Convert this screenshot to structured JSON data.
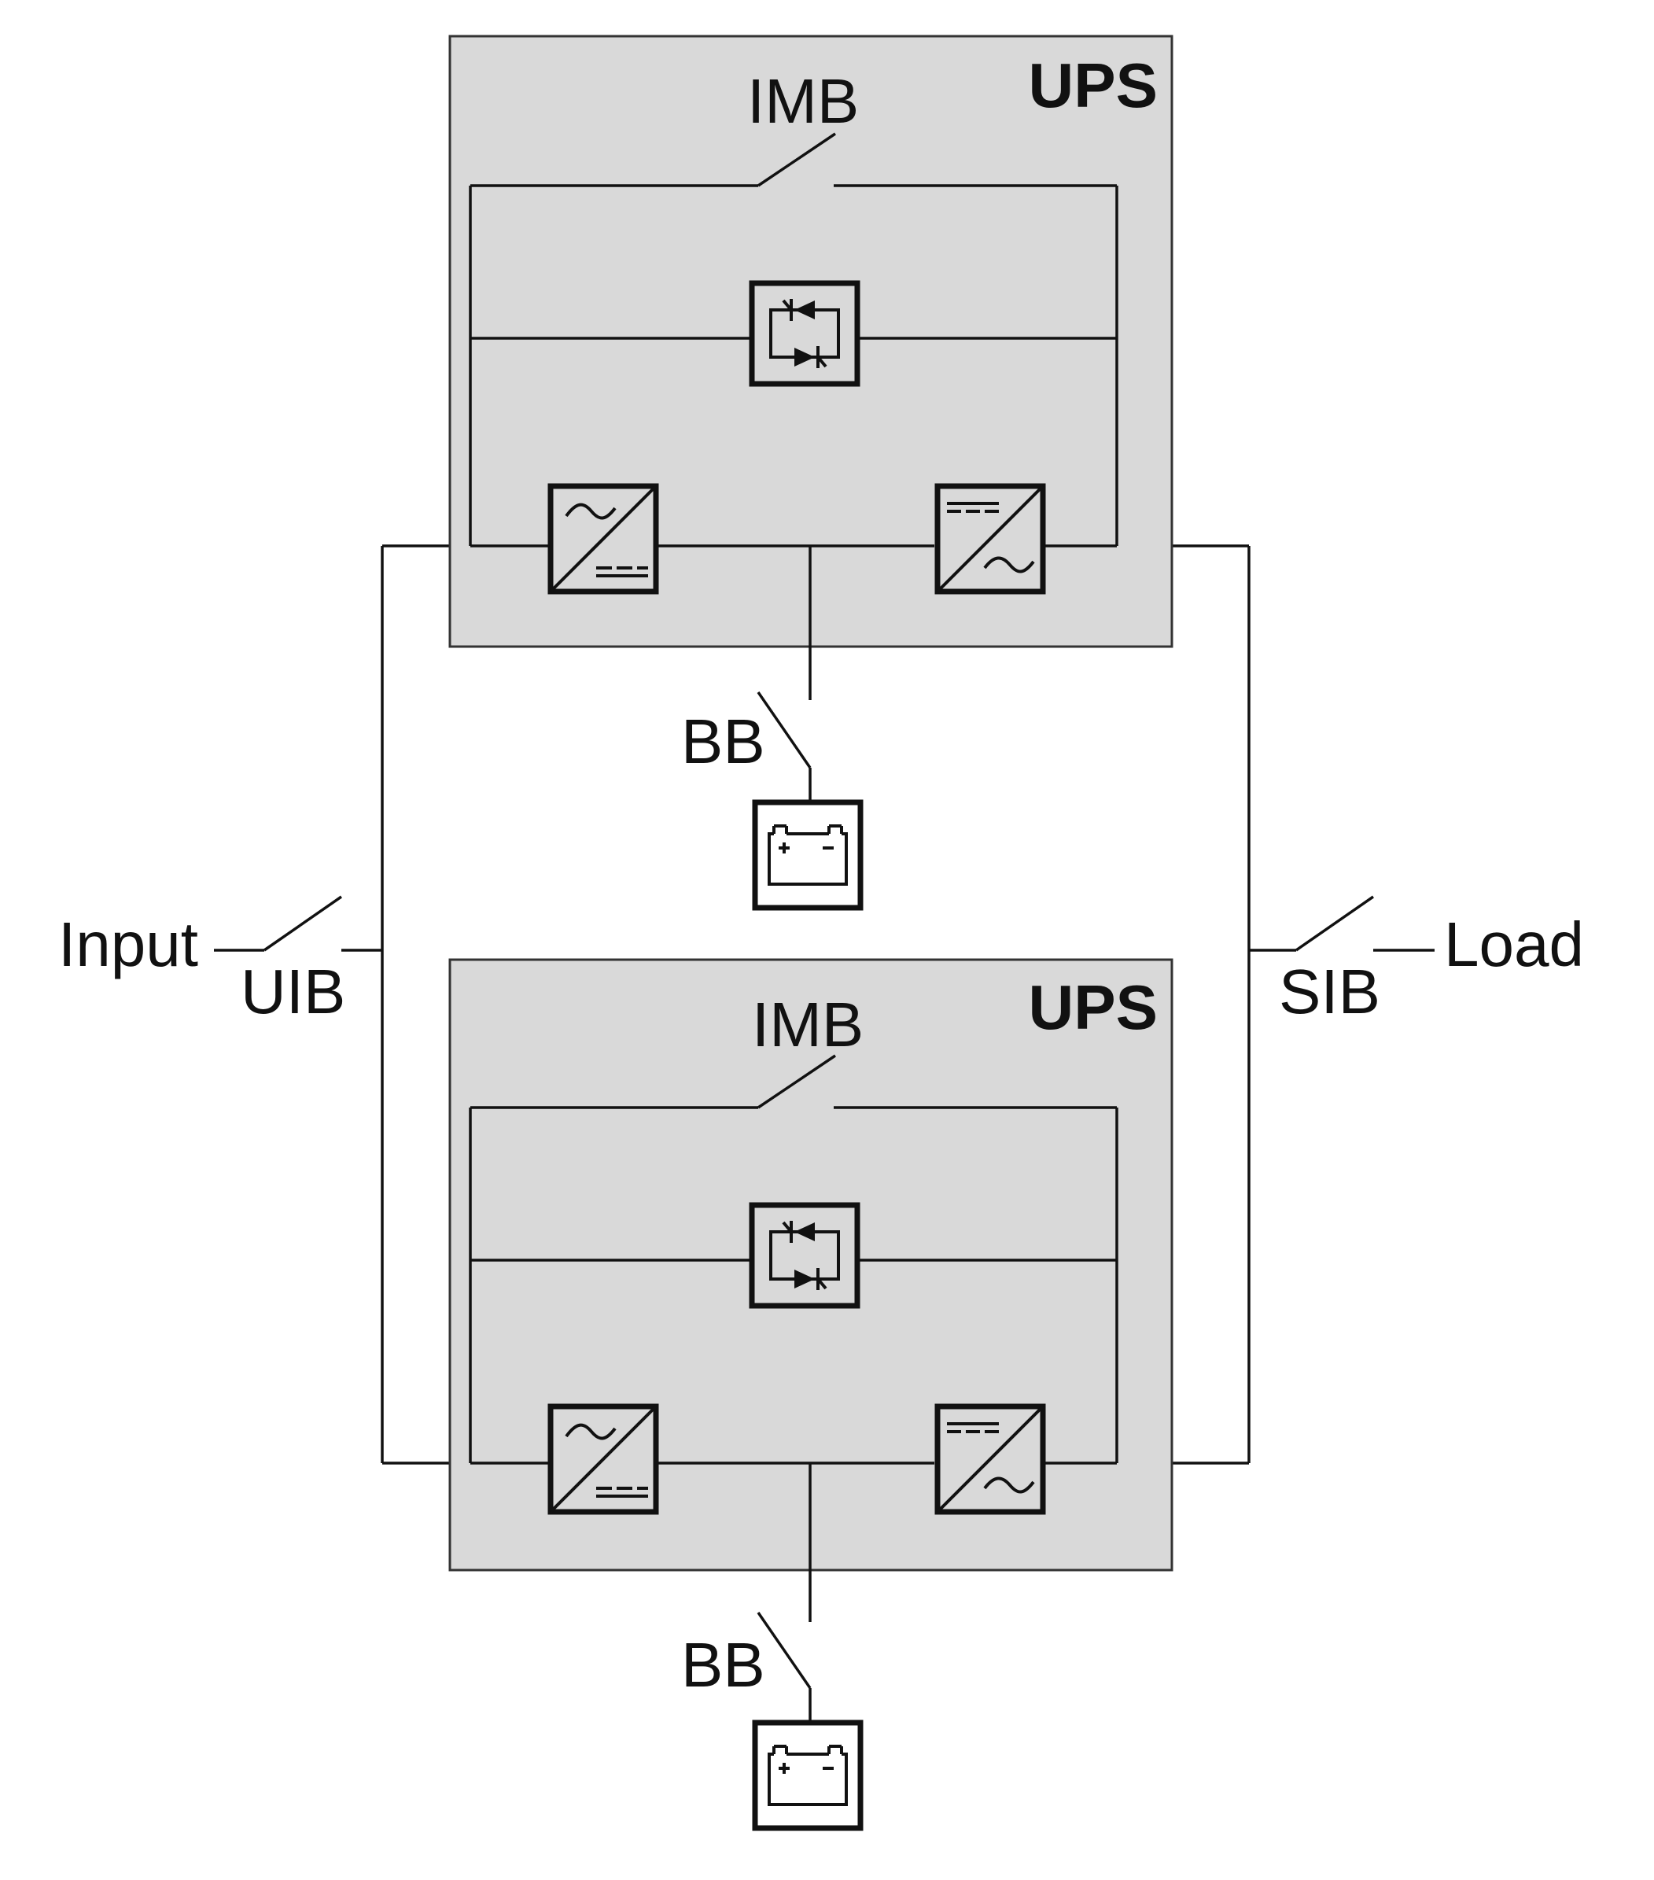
{
  "colors": {
    "ups_fill": "#d9d9d9",
    "line": "#111111",
    "background": "#ffffff"
  },
  "labels": {
    "input": "Input",
    "load": "Load",
    "uib": "UIB",
    "sib": "SIB"
  },
  "ups_units": [
    {
      "title": "UPS",
      "maintenance_bypass": "IMB",
      "battery_breaker": "BB",
      "components": [
        "rectifier-icon",
        "inverter-icon",
        "static-switch-icon",
        "battery-icon"
      ]
    },
    {
      "title": "UPS",
      "maintenance_bypass": "IMB",
      "battery_breaker": "BB",
      "components": [
        "rectifier-icon",
        "inverter-icon",
        "static-switch-icon",
        "battery-icon"
      ]
    }
  ]
}
